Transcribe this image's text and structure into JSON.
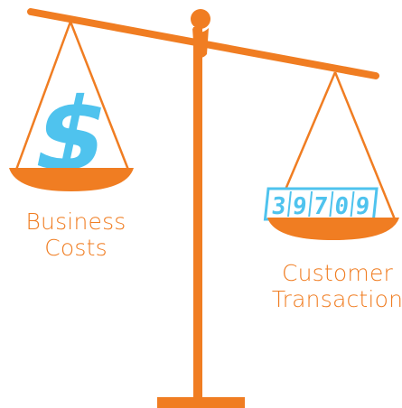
{
  "scale": {
    "accent_color": "#f07d22",
    "left_pan": {
      "label_line1": "Business",
      "label_line2": "Costs",
      "icon": "dollar-sign-icon",
      "icon_symbol": "$",
      "icon_color": "#4fc3ee"
    },
    "right_pan": {
      "label_line1": "Customer",
      "label_line2": "Transaction",
      "icon": "counter-icon",
      "counter_digits": [
        "3",
        "9",
        "7",
        "0",
        "9"
      ],
      "icon_color": "#4fc3ee"
    }
  }
}
